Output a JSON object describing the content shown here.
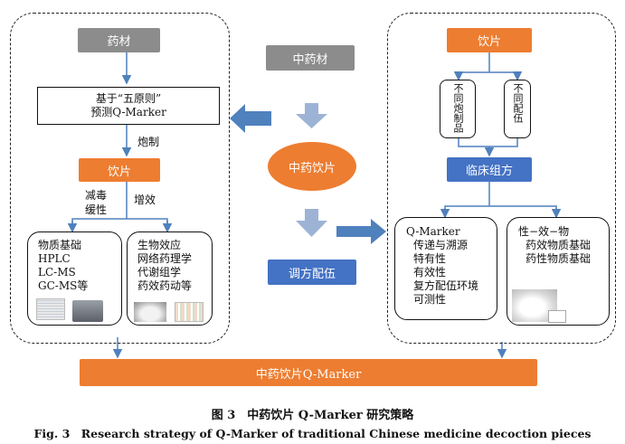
{
  "left": {
    "raw_material": "药材",
    "predict_box_lines": [
      "基于“五原则”",
      "预测Q-Marker"
    ],
    "processing_label": "炮制",
    "pieces": "饮片",
    "effect_left": [
      "减毒",
      "缓性"
    ],
    "effect_right": "增效",
    "material_box_lines": [
      "物质基础",
      "HPLC",
      "LC-MS",
      "GC-MS等"
    ],
    "bio_box_lines": [
      "生物效应",
      "网络药理学",
      "代谢组学",
      "药效药动等"
    ]
  },
  "center": {
    "tcm_box": "中药材",
    "ellipse": "中药饮片",
    "formula_box": "调方配伍"
  },
  "right": {
    "pieces": "饮片",
    "diff_processing": "不同炮制品",
    "diff_compat": "不同配伍",
    "clinical": "临床组方",
    "qmarker_box_lines": [
      "Q-Marker",
      "传递与溯源",
      "特有性",
      "有效性",
      "复方配伍环境",
      "可测性"
    ],
    "xing_box_lines": [
      "性−效−物",
      "药效物质基础",
      "药性物质基础"
    ]
  },
  "bottom_bar": "中药饮片Q-Marker",
  "caption": {
    "cn": "图 3　中药饮片 Q-Marker 研究策略",
    "en": "Fig. 3　Research strategy of Q-Marker of traditional Chinese medicine decoction pieces"
  },
  "colors": {
    "orange": "#ed7d31",
    "blue": "#4472c4",
    "gray": "#8c8c8c",
    "arrow_blue": "#4f81bd",
    "arrow_light": "#9db3d6"
  }
}
